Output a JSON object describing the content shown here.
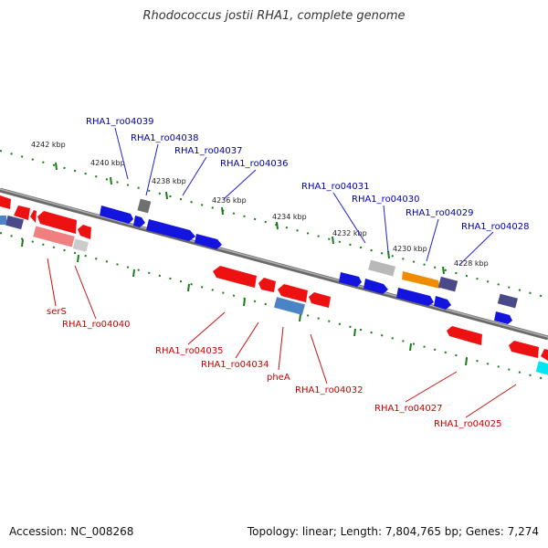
{
  "title": "Rhodococcus jostii RHA1, complete genome",
  "footer": {
    "accession": "Accession: NC_008268",
    "summary": "Topology: linear; Length: 7,804,765 bp; Genes: 7,274"
  },
  "colors": {
    "backbone": "#808080",
    "tick": "#1a7a1a",
    "forward_gene": "#1010dd",
    "reverse_gene": "#ee1111",
    "forward_label": "#0000aa",
    "reverse_label": "#cc0000",
    "orange_gene": "#f08c00",
    "grey_gene": "#a9a9a9",
    "purple_gene": "#4a4a8a",
    "steel_gene": "#4a84c4",
    "cyan_gene": "#00e0f0"
  },
  "ticks": [
    "4242 kbp",
    "4240 kbp",
    "4238 kbp",
    "4236 kbp",
    "4234 kbp",
    "4232 kbp",
    "4230 kbp",
    "4228 kbp"
  ],
  "labels_top": [
    "RHA1_ro04039",
    "RHA1_ro04038",
    "RHA1_ro04037",
    "RHA1_ro04036",
    "RHA1_ro04031",
    "RHA1_ro04030",
    "RHA1_ro04029",
    "RHA1_ro04028"
  ],
  "labels_bottom": [
    "serS",
    "RHA1_ro04040",
    "RHA1_ro04035",
    "RHA1_ro04034",
    "pheA",
    "RHA1_ro04032",
    "RHA1_ro04027",
    "RHA1_ro04025"
  ]
}
